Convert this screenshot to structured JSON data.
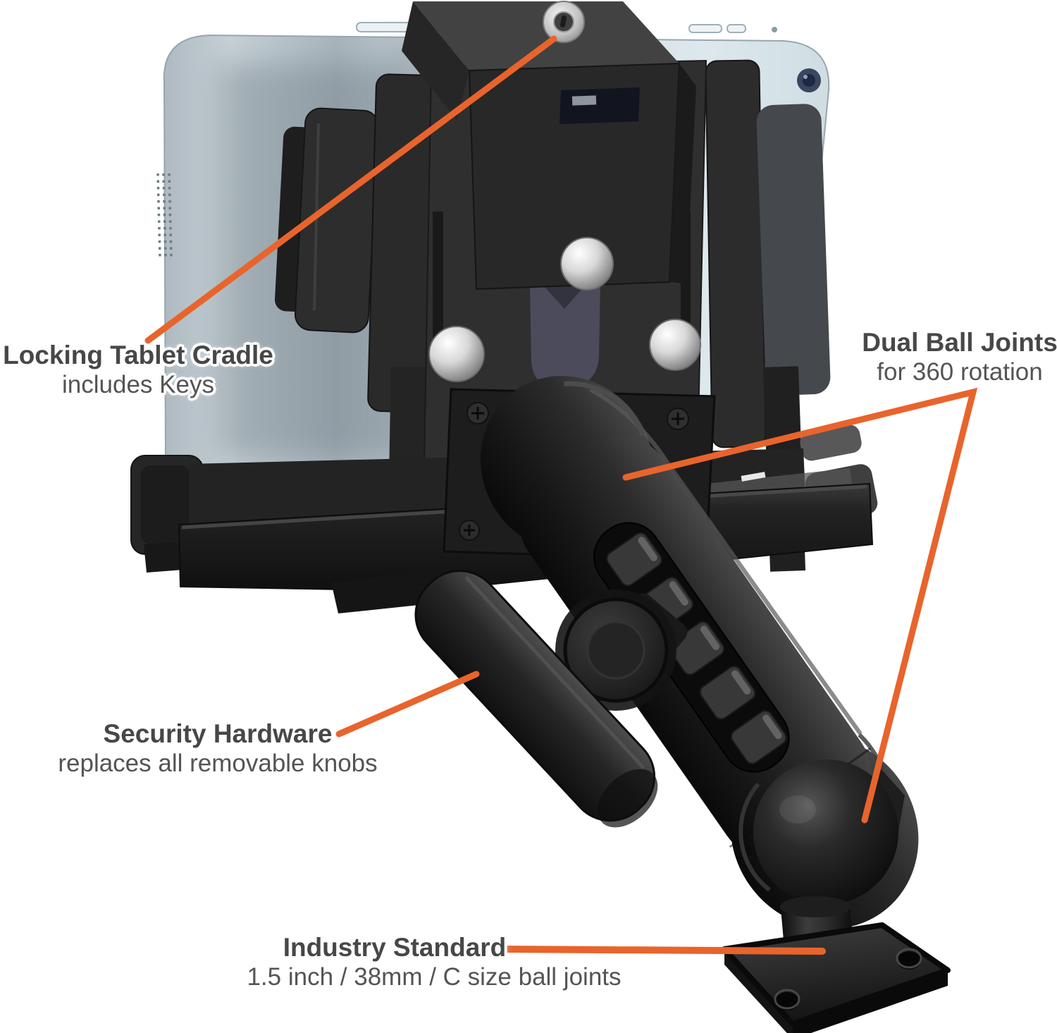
{
  "colors": {
    "accent_orange": "#e8642c",
    "title_text": "#474747",
    "subtitle_text": "#545454",
    "background": "#ffffff",
    "tablet_blue": "#cdd8dd",
    "mount_black": "#1a1a1a"
  },
  "callouts": {
    "locking_cradle": {
      "title": "Locking Tablet Cradle",
      "subtitle": "includes Keys"
    },
    "dual_ball_joints": {
      "title": "Dual Ball Joints",
      "subtitle": "for 360 rotation"
    },
    "security_hardware": {
      "title": "Security Hardware",
      "subtitle": "replaces all removable knobs"
    },
    "industry_standard": {
      "title": "Industry Standard",
      "subtitle": "1.5 inch / 38mm / C size ball joints"
    }
  }
}
